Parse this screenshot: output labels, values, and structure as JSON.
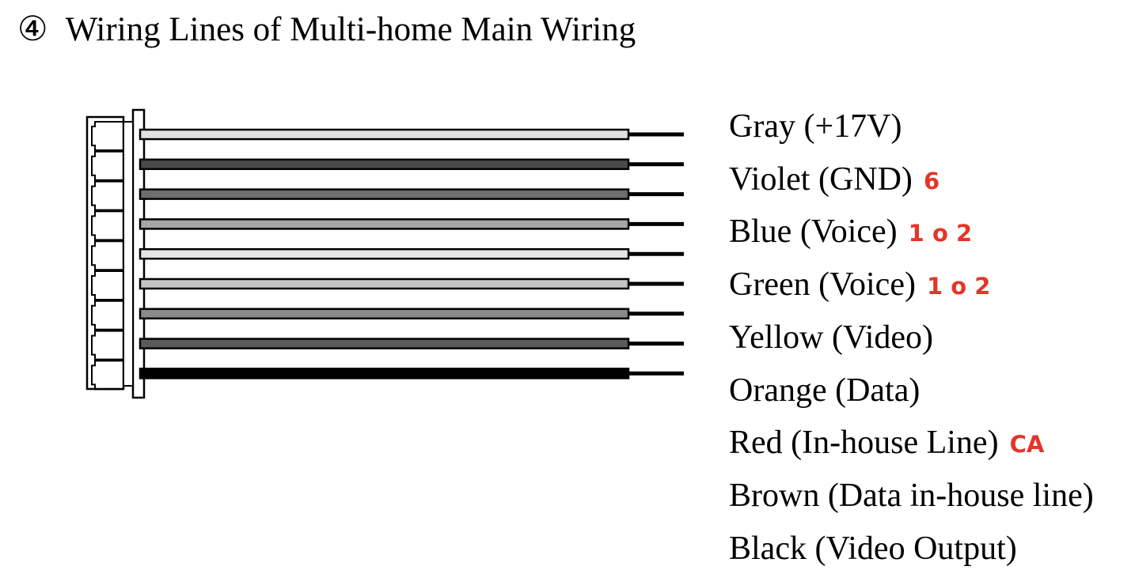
{
  "title": {
    "number": "④",
    "text": "Wiring Lines of Multi-home Main Wiring"
  },
  "wires": [
    {
      "label": "Gray (+17V)",
      "note": "",
      "fill": "#e0e0e0"
    },
    {
      "label": "Violet (GND)",
      "note": "6",
      "fill": "#4a4a4a"
    },
    {
      "label": "Blue (Voice)",
      "note": "1 o 2",
      "fill": "#6e6e6e"
    },
    {
      "label": "Green (Voice)",
      "note": "1 o 2",
      "fill": "#a6a6a6"
    },
    {
      "label": "Yellow (Video)",
      "note": "",
      "fill": "#e6e6e6"
    },
    {
      "label": "Orange (Data)",
      "note": "",
      "fill": "#c4c4c4"
    },
    {
      "label": "Red (In-house Line)",
      "note": "CA",
      "fill": "#8a8a8a"
    },
    {
      "label": "Brown (Data in-house line)",
      "note": "",
      "fill": "#5a5a5a"
    },
    {
      "label": "Black (Video Output)",
      "note": "",
      "fill": "#000000"
    }
  ],
  "colors": {
    "note": "#e53528",
    "outline": "#000000"
  }
}
